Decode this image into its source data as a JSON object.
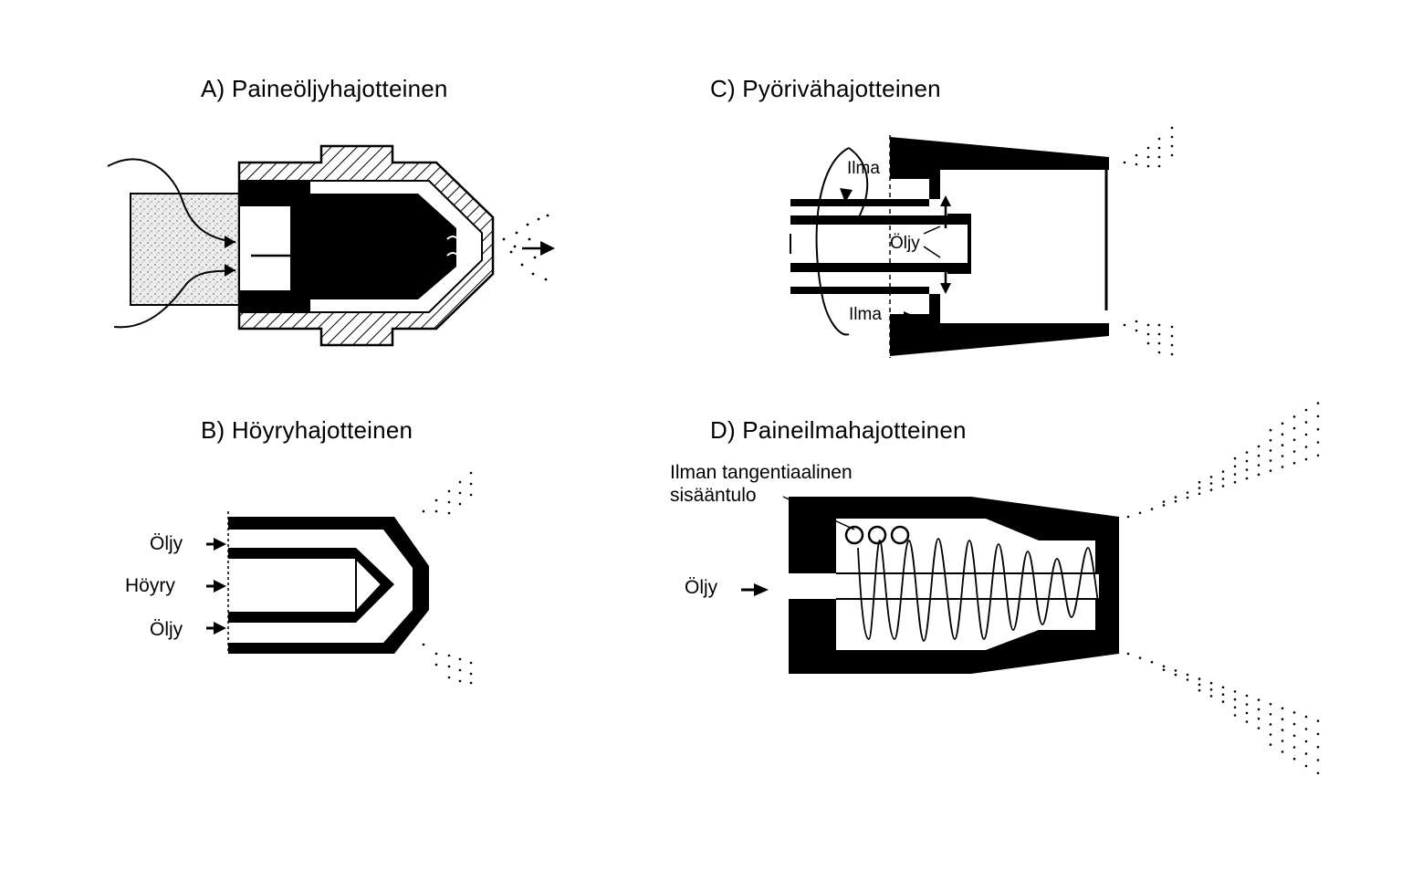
{
  "panels": {
    "a": {
      "title": "A) Paineöljyhajotteinen"
    },
    "b": {
      "title": "B) Höyryhajotteinen",
      "labels": {
        "oil_top": "Öljy",
        "steam": "Höyry",
        "oil_bottom": "Öljy"
      }
    },
    "c": {
      "title": "C) Pyörivähajotteinen",
      "labels": {
        "air_top": "Ilma",
        "oil": "Öljy",
        "air_bottom": "Ilma"
      }
    },
    "d": {
      "title": "D) Paineilmahajotteinen",
      "labels": {
        "air_inlet_line1": "Ilman tangentiaalinen",
        "air_inlet_line2": "sisääntulo",
        "oil": "Öljy"
      }
    }
  },
  "colors": {
    "ink": "#000000",
    "paper": "#ffffff",
    "speckle": "#e8e8e8"
  }
}
